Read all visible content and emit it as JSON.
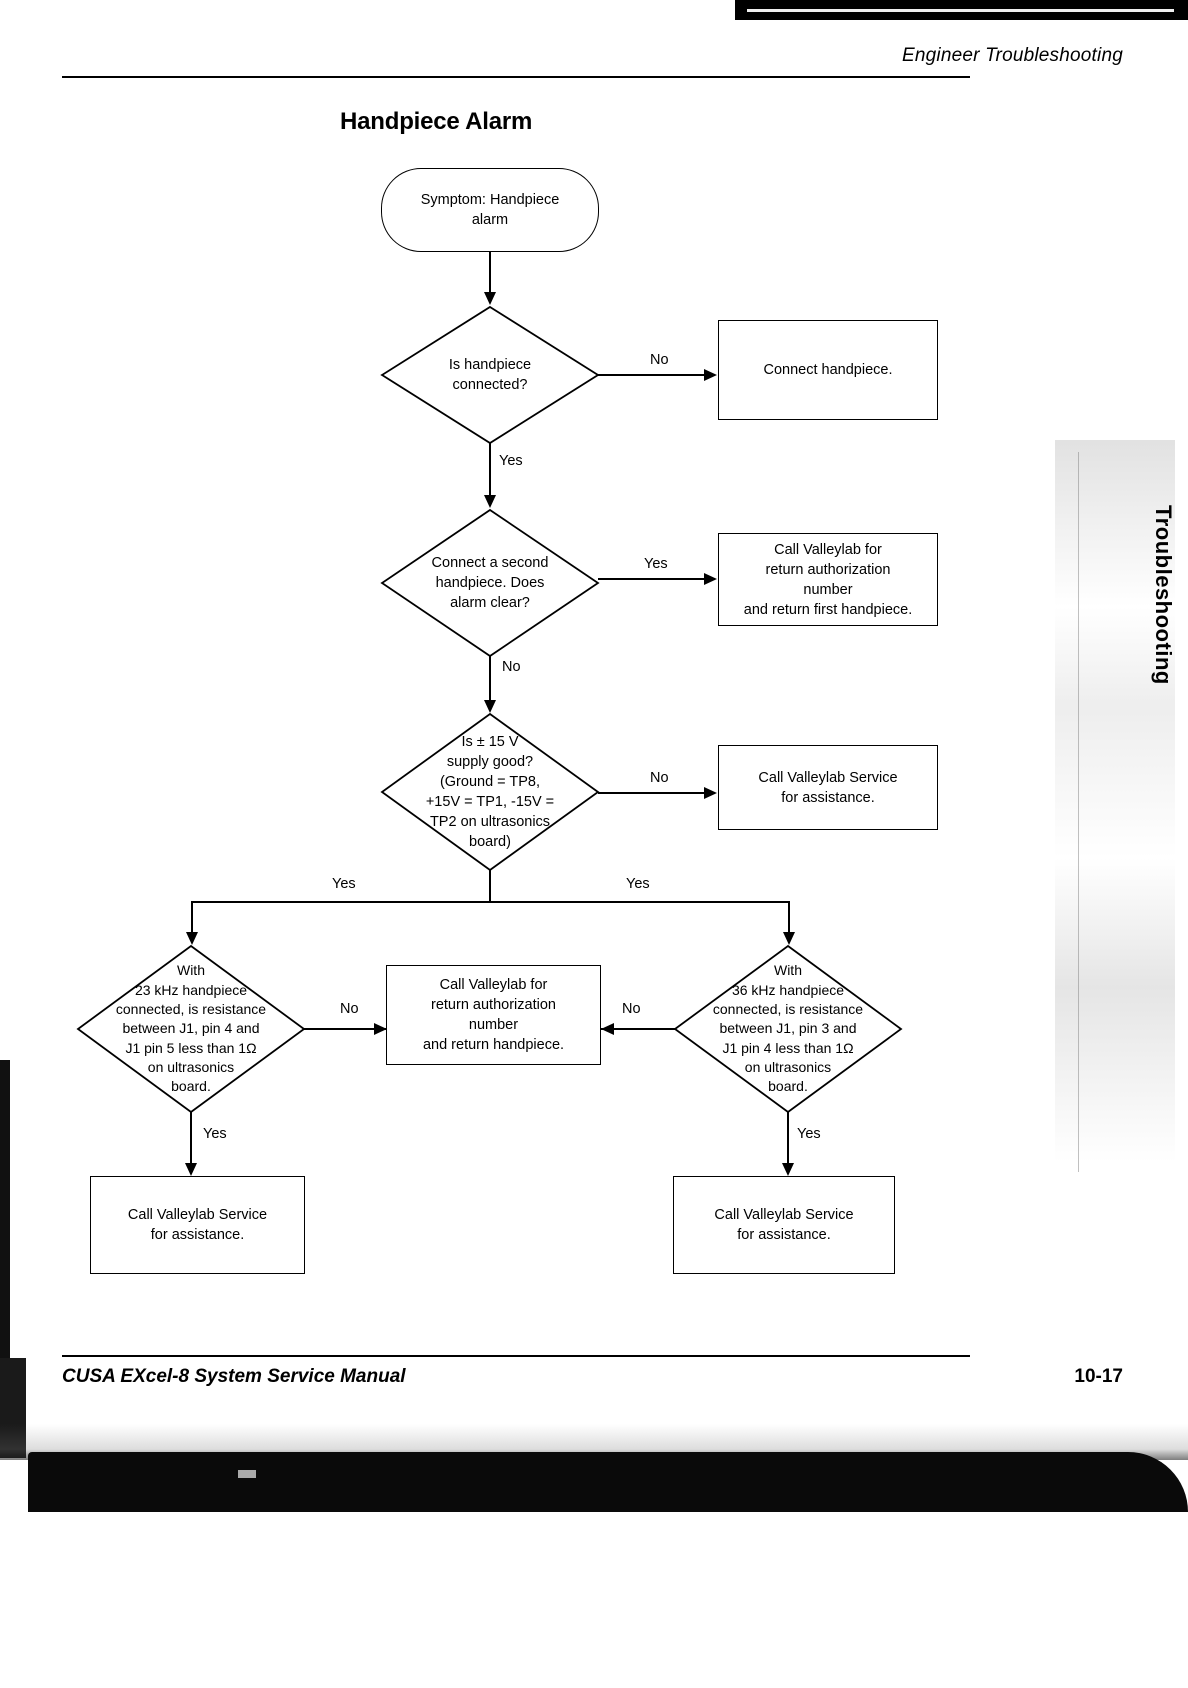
{
  "header": {
    "section_title": "Engineer Troubleshooting"
  },
  "side_tab": {
    "label": "Troubleshooting"
  },
  "page": {
    "title": "Handpiece Alarm"
  },
  "footer": {
    "manual_title": "CUSA EXcel-8 System Service Manual",
    "page_number": "10-17"
  },
  "flowchart": {
    "nodes": {
      "start": {
        "type": "terminal",
        "text": "Symptom: Handpiece\nalarm"
      },
      "decision_connected": {
        "type": "decision",
        "text": "Is handpiece\nconnected?"
      },
      "action_connect": {
        "type": "process",
        "text": "Connect handpiece."
      },
      "decision_second_handpiece": {
        "type": "decision",
        "text": "Connect a second\nhandpiece.  Does\nalarm clear?"
      },
      "action_return_first": {
        "type": "process",
        "text": "Call Valleylab for\nreturn authorization\nnumber\nand return first handpiece."
      },
      "decision_supply": {
        "type": "decision",
        "text": "Is ± 15 V\nsupply good?\n(Ground = TP8,\n+15V = TP1, -15V =\nTP2 on ultrasonics\nboard)"
      },
      "action_service_supply": {
        "type": "process",
        "text": "Call Valleylab Service\nfor assistance."
      },
      "decision_23khz": {
        "type": "decision",
        "text": "With\n23 kHz handpiece\nconnected, is resistance\nbetween J1, pin 4 and\nJ1 pin 5 less than 1Ω\non ultrasonics\nboard."
      },
      "decision_36khz": {
        "type": "decision",
        "text": "With\n36 kHz handpiece\nconnected, is resistance\nbetween J1, pin 3 and\nJ1 pin 4 less than 1Ω\non ultrasonics\nboard."
      },
      "action_return_handpiece": {
        "type": "process",
        "text": "Call Valleylab for\nreturn authorization\nnumber\nand return handpiece."
      },
      "action_service_left": {
        "type": "process",
        "text": "Call Valleylab Service\nfor assistance."
      },
      "action_service_right": {
        "type": "process",
        "text": "Call Valleylab Service\nfor assistance."
      }
    },
    "edge_labels": {
      "connected_no": "No",
      "connected_yes": "Yes",
      "second_yes": "Yes",
      "second_no": "No",
      "supply_no": "No",
      "supply_yes_left": "Yes",
      "supply_yes_right": "Yes",
      "left_no": "No",
      "right_no": "No",
      "left_yes": "Yes",
      "right_yes": "Yes"
    }
  }
}
